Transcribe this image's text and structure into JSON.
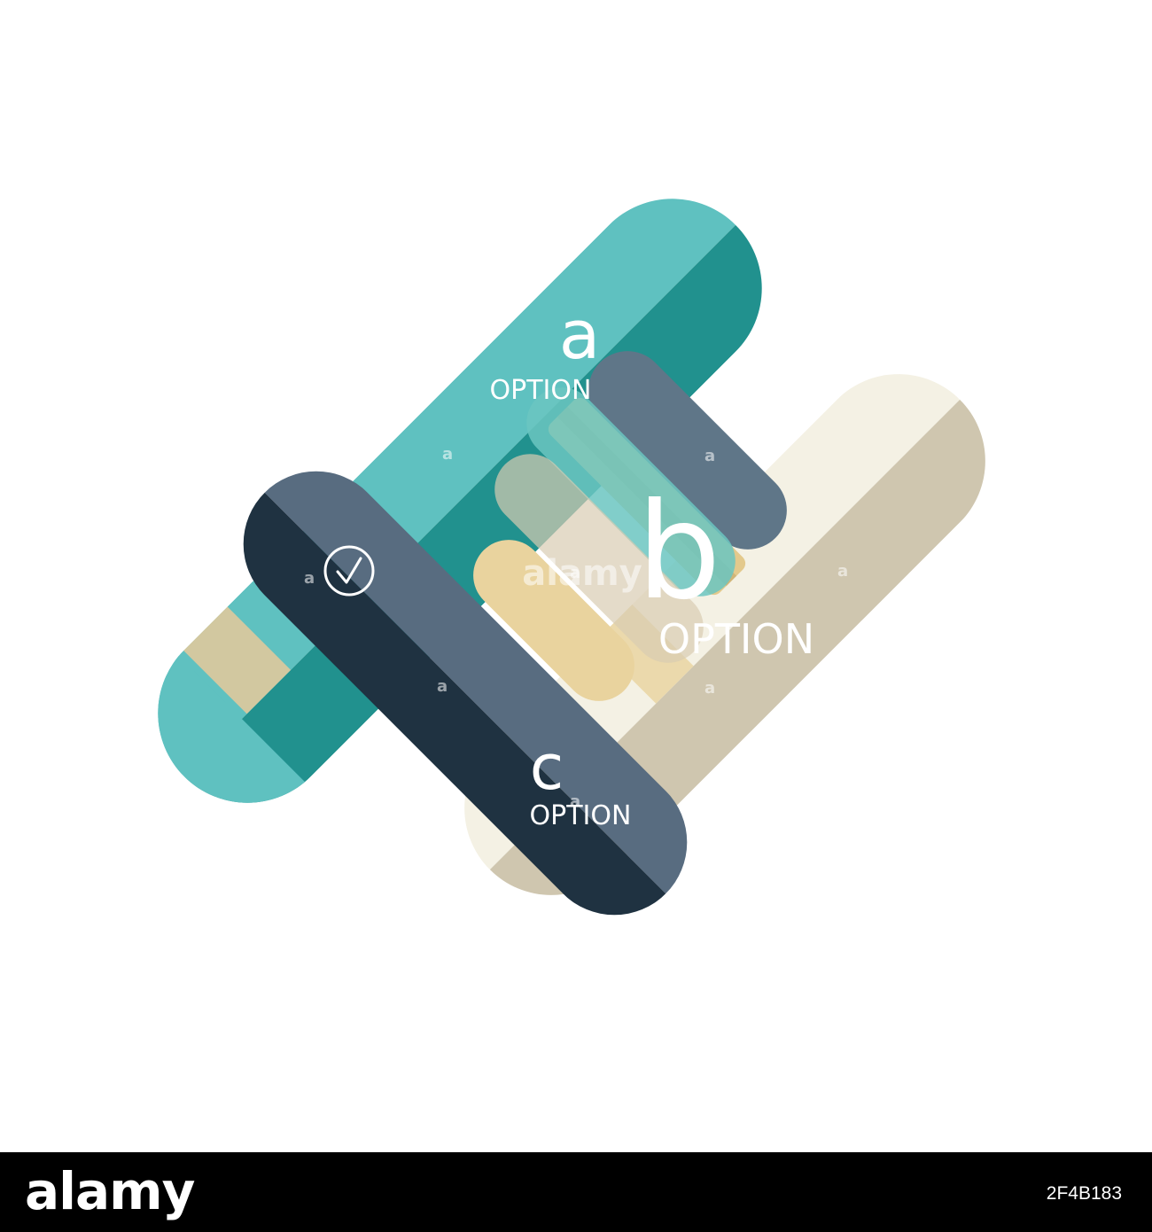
{
  "options": [
    {
      "letter": "a",
      "word": "OPTION"
    },
    {
      "letter": "b",
      "word": "OPTION"
    },
    {
      "letter": "c",
      "word": "OPTION"
    }
  ],
  "icons": {
    "check": "checkmark-circle-icon"
  },
  "watermark_text": "alamy",
  "watermark_marks": [
    "a",
    "a",
    "a",
    "a",
    "a",
    "a",
    "a",
    "a"
  ],
  "footer": {
    "brand": "alamy",
    "image_id": "2F4B183"
  },
  "colors": {
    "teal_light": "#5FC1C0",
    "teal_dark": "#21918E",
    "slate_light": "#586C80",
    "slate_dark": "#1F3241",
    "gray_blue": "#5F7688",
    "cream_light": "#F4F1E4",
    "cream_dark": "#CFC6AF",
    "tan": "#E9D39E",
    "background": "#FFFFFF",
    "footer": "#000000"
  }
}
